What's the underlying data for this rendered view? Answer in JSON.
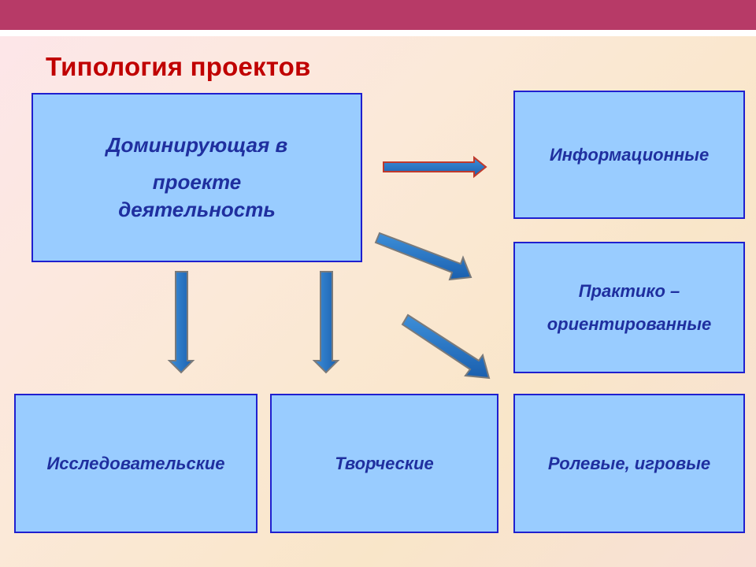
{
  "slide": {
    "title": "Типология проектов",
    "main_box": {
      "line1": "Доминирующая в",
      "line2": "проекте",
      "line3": "деятельность"
    },
    "types": {
      "informational": "Информационные",
      "practical_line1": "Практико –",
      "practical_line2": "ориентированные",
      "research": "Исследовательские",
      "creative": "Творческие",
      "roles": "Ролевые, игровые"
    }
  },
  "colors": {
    "header_bar": "#b73a67",
    "title": "#c00000",
    "box_fill": "#99ccff",
    "box_border": "#1f1fcf",
    "box_text": "#1f2f9f",
    "arrow_fill": "#1f6fc2",
    "arrow_outline_right": "#c0392b",
    "arrow_outline": "#7a7a7a"
  }
}
